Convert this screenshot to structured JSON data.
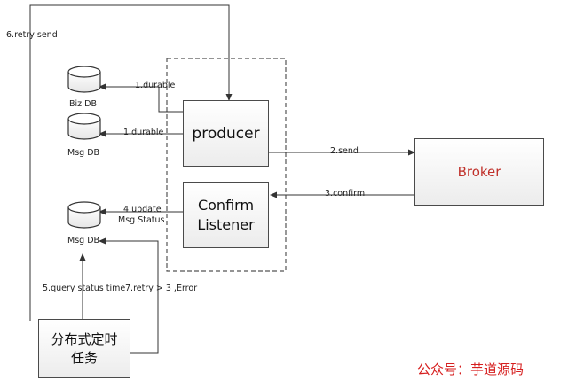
{
  "nodes": {
    "biz_db": "Biz DB",
    "msg_db_top": "Msg DB",
    "msg_db_bottom": "Msg DB",
    "producer": "producer",
    "confirm_listener_line1": "Confirm",
    "confirm_listener_line2": "Listener",
    "broker": "Broker",
    "scheduler_line1": "分布式定时",
    "scheduler_line2": "任务"
  },
  "edges": {
    "retry_send": "6.retry send",
    "durable_biz": "1.durable",
    "durable_msg": "1.durable",
    "send": "2.send",
    "confirm": "3.confirm",
    "update_line1": "4.update",
    "update_line2": "Msg Status",
    "query_status": "5.query status time",
    "retry_error": "7.retry > 3 ,Error"
  },
  "watermark": "公众号：芋道源码",
  "colors": {
    "broker_text": "#c0312b",
    "watermark_text": "#d61f1f",
    "line": "#333333"
  }
}
